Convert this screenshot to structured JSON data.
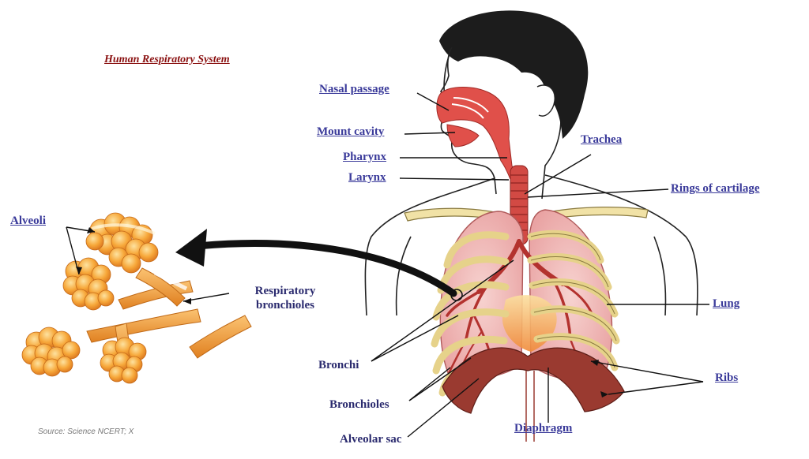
{
  "title": "Human Respiratory System",
  "source": "Source: Science NCERT; X",
  "labels": {
    "nasal_passage": "Nasal passage",
    "mouth_cavity": "Mount cavity",
    "pharynx": "Pharynx",
    "larynx": "Larynx",
    "trachea": "Trachea",
    "rings_of_cartilage": "Rings of cartilage",
    "alveoli": "Alveoli",
    "respiratory_bronchioles": "Respiratory bronchioles",
    "lung": "Lung",
    "bronchi": "Bronchi",
    "ribs": "Ribs",
    "bronchioles": "Bronchioles",
    "diaphragm": "Diaphragm",
    "alveolar_sac": "Alveolar sac"
  },
  "colors": {
    "title": "#8a1010",
    "label_link": "#3a3a9a",
    "airway": "#e0504a",
    "lung_tissue": "#f2b8b8",
    "ribs": "#f1e2a6",
    "alveoli": "#f29a2e",
    "hair": "#1a1a1a"
  }
}
